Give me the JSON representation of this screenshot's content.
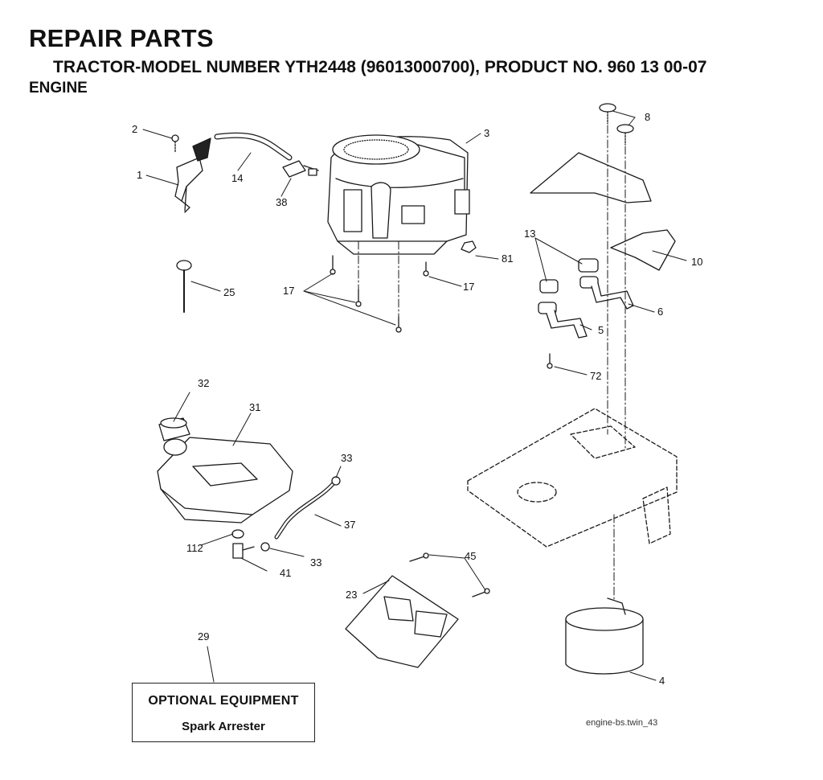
{
  "header": {
    "title": "REPAIR PARTS",
    "subtitle": "TRACTOR-MODEL NUMBER YTH2448 (96013000700), PRODUCT NO. 960 13 00-07",
    "section": "ENGINE"
  },
  "callouts": {
    "c1": "1",
    "c2": "2",
    "c3": "3",
    "c4": "4",
    "c5": "5",
    "c6": "6",
    "c8": "8",
    "c10": "10",
    "c13": "13",
    "c14": "14",
    "c17a": "17",
    "c17b": "17",
    "c23": "23",
    "c25": "25",
    "c29": "29",
    "c31": "31",
    "c32": "32",
    "c33a": "33",
    "c33b": "33",
    "c37": "37",
    "c38": "38",
    "c41": "41",
    "c45": "45",
    "c72": "72",
    "c81": "81",
    "c112": "112"
  },
  "optional_box": {
    "heading": "OPTIONAL EQUIPMENT",
    "item": "Spark Arrester"
  },
  "file_reference": "engine-bs.twin_43"
}
